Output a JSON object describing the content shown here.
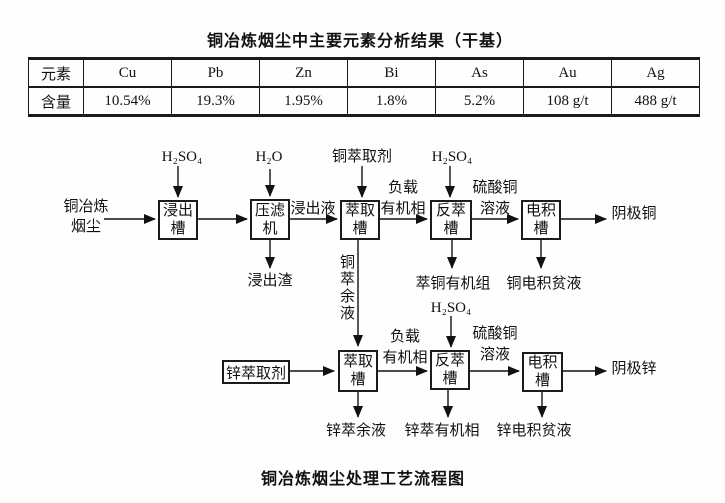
{
  "doc": {
    "table_title": "铜冶炼烟尘中主要元素分析结果（干基）",
    "flow_caption": "铜冶炼烟尘处理工艺流程图"
  },
  "table": {
    "headers": [
      "元素",
      "Cu",
      "Pb",
      "Zn",
      "Bi",
      "As",
      "Au",
      "Ag"
    ],
    "row_label": "含量",
    "values": [
      "10.54%",
      "19.3%",
      "1.95%",
      "1.8%",
      "5.2%",
      "108 g/t",
      "488 g/t"
    ]
  },
  "flow": {
    "feed": [
      "铜冶炼",
      "烟尘"
    ],
    "reagents": {
      "h2so4": "H₂SO₄",
      "h2o": "H₂O",
      "cu_extractant": "铜萃取剂",
      "zn_extractant": "锌萃取剂"
    },
    "boxes": {
      "leach": "浸出槽",
      "press": "压滤机",
      "extract": "萃取槽",
      "strip": "反萃槽",
      "ew": "电积槽"
    },
    "streams": {
      "leachate": "浸出液",
      "loaded_organic": [
        "负载",
        "有机相"
      ],
      "cuso4_solution": [
        "硫酸铜",
        "溶液"
      ],
      "cathode_cu": "阴极铜",
      "leach_residue": "浸出渣",
      "cu_raffinate": "铜萃余液",
      "cu_stripped_organic": "萃铜有机组",
      "cu_ew_spent": "铜电积贫液",
      "cathode_zn": "阴极锌",
      "zn_raffinate": "锌萃余液",
      "zn_stripped_organic": "锌萃有机相",
      "zn_ew_spent": "锌电积贫液"
    }
  }
}
